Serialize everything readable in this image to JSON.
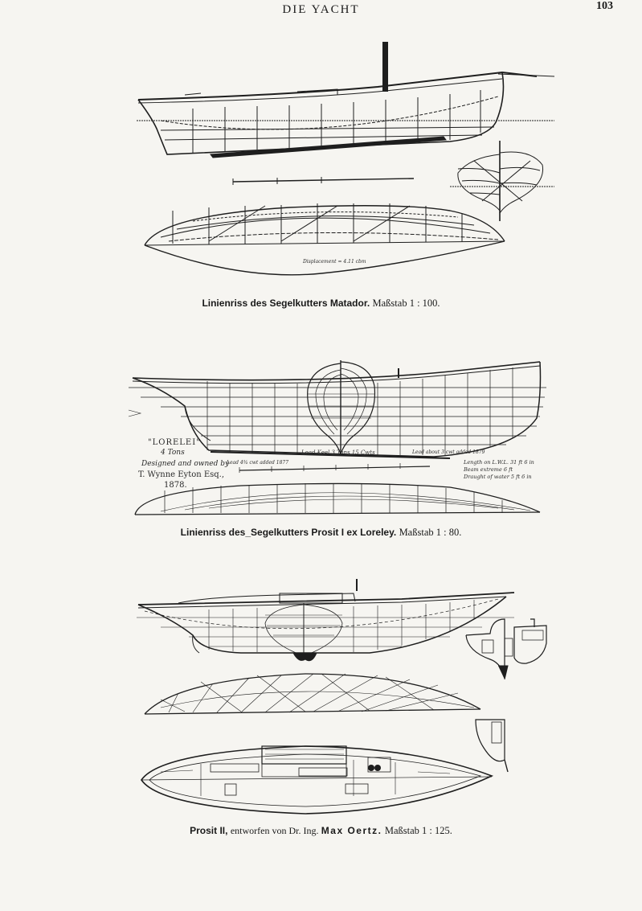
{
  "header": {
    "running_head": "DIE YACHT",
    "page_number": "103"
  },
  "plates": [
    {
      "caption_main": "Linienriss des Segelkutters Matador.",
      "caption_scale": "Maßstab 1 : 100."
    },
    {
      "caption_main": "Linienriss des_Segelkutters Prosit I ex Loreley.",
      "caption_scale": "Maßstab 1 : 80."
    },
    {
      "caption_main": "Prosit II,",
      "caption_mid": "entworfen von Dr. Ing.",
      "caption_name": "Max Oertz.",
      "caption_scale": "Maßstab 1 : 125."
    }
  ],
  "lorelei_card": {
    "title": "\"LORELEI\"",
    "tons": "4 Tons",
    "designed": "Designed and owned by",
    "owner": "T. Wynne Eyton Esq.,",
    "year": "1878."
  },
  "drawing_notes": {
    "lead_keel": "Lead Keel 3 Tons 15 Cwts",
    "lead_cwt": "Lead 4¾ cwt added 1877",
    "lead_ext": "Lead about 3 cwt added 1879",
    "length": "Length on L.W.L. 31 ft 6 in",
    "beam": "Beam extreme 6 ft",
    "draught": "Draught of water 5 ft 6 in",
    "displacement": "Displacement = 4.11 cbm"
  },
  "colors": {
    "paper": "#f6f5f1",
    "ink": "#1a1a1a"
  }
}
